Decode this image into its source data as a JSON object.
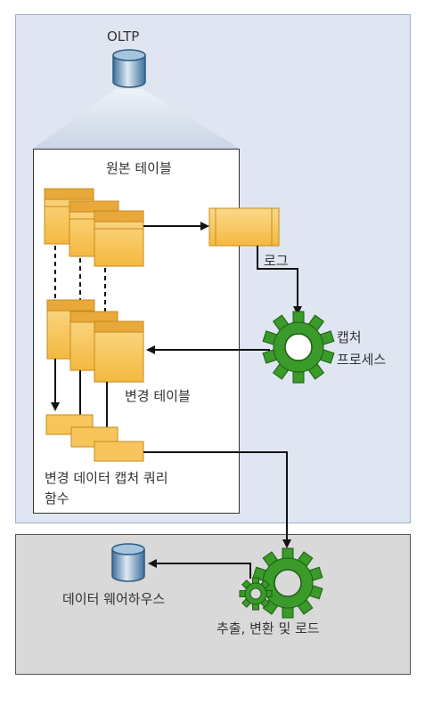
{
  "oltp_label": "OLTP",
  "source_tables_label": "원본 테이블",
  "log_label": "로그",
  "capture_process_label_line1": "캡처",
  "capture_process_label_line2": "프로세스",
  "change_tables_label": "변경 테이블",
  "cdc_query_functions_line1": "변경 데이터 캡처 쿼리",
  "cdc_query_functions_line2": "함수",
  "data_warehouse_label": "데이터 웨어하우스",
  "etl_label": "추출, 변환 및 로드",
  "colors": {
    "oltp_panel": "#dfe6f1",
    "dw_panel": "#d9d9d9",
    "table_fill": "#f7c55c",
    "gear_fill": "#3a9a2a",
    "db_icon": "#5f8fb8"
  }
}
